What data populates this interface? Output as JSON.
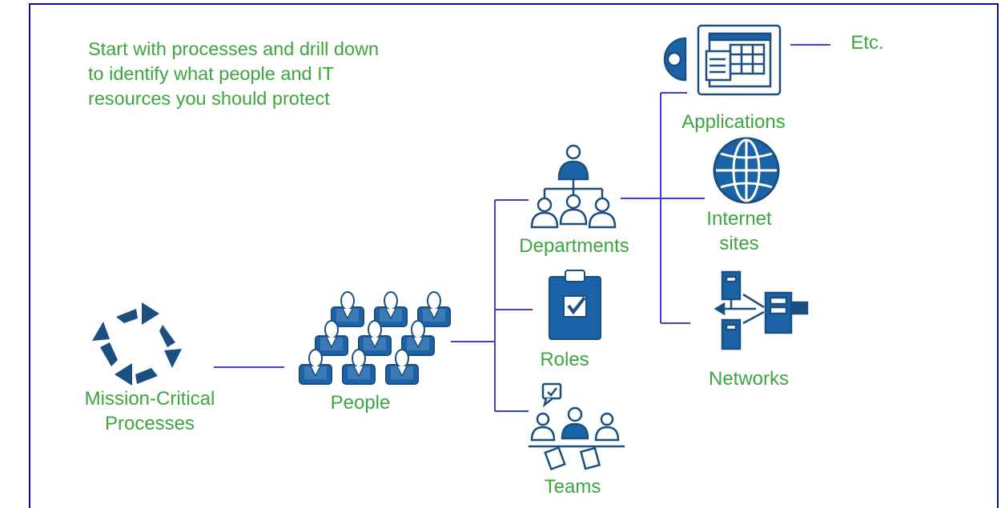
{
  "intro": [
    "Start with processes and drill down",
    "to identify what people and IT",
    "resources you should protect"
  ],
  "nodes": {
    "mission": [
      "Mission-Critical",
      "Processes"
    ],
    "people": "People",
    "departments": "Departments",
    "roles": "Roles",
    "teams": "Teams",
    "applications": "Applications",
    "internet": [
      "Internet",
      "sites"
    ],
    "networks": "Networks",
    "etc": "Etc."
  },
  "colors": {
    "frame": "#0b0b9a",
    "connector": "#4040cc",
    "label_green": "#3da53f",
    "icon_blue": "#1b63a8",
    "icon_dark": "#1a4f80"
  },
  "icons": {
    "mission": "cycle-arrows-icon",
    "people": "crowd-icon",
    "departments": "org-chart-icon",
    "roles": "clipboard-check-icon",
    "teams": "team-meeting-icon",
    "applications": "application-windows-icon",
    "internet": "globe-icon",
    "networks": "network-servers-icon"
  }
}
